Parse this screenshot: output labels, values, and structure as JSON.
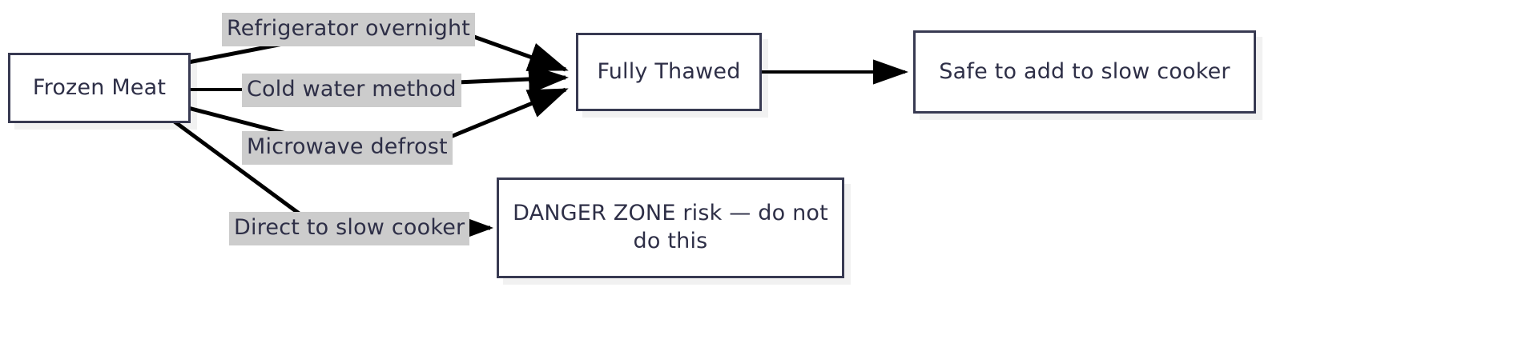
{
  "diagram": {
    "title": "Frozen meat slow cooker thawing flowchart",
    "type": "flowchart",
    "direction": "left-to-right",
    "colors": {
      "node_border": "#383a52",
      "node_fill": "#ffffff",
      "node_text": "#2e2f47",
      "edge_stroke": "#000000",
      "edge_label_bg": "#cccccc",
      "canvas_bg": "#ffffff"
    },
    "nodes": [
      {
        "id": "frozen-meat",
        "label": "Frozen Meat"
      },
      {
        "id": "fully-thawed",
        "label": "Fully Thawed"
      },
      {
        "id": "safe-slow-cooker",
        "label": "Safe to add to slow cooker"
      },
      {
        "id": "danger-zone",
        "label_line1": "DANGER ZONE risk — do not",
        "label_line2": "do this"
      }
    ],
    "edges": [
      {
        "id": "edge-refrigerator",
        "from": "frozen-meat",
        "to": "fully-thawed",
        "label": "Refrigerator overnight"
      },
      {
        "id": "edge-cold-water",
        "from": "frozen-meat",
        "to": "fully-thawed",
        "label": "Cold water method"
      },
      {
        "id": "edge-microwave",
        "from": "frozen-meat",
        "to": "fully-thawed",
        "label": "Microwave defrost"
      },
      {
        "id": "edge-direct",
        "from": "frozen-meat",
        "to": "danger-zone",
        "label": "Direct to slow cooker"
      },
      {
        "id": "edge-thawed-safe",
        "from": "fully-thawed",
        "to": "safe-slow-cooker",
        "label": ""
      }
    ]
  }
}
